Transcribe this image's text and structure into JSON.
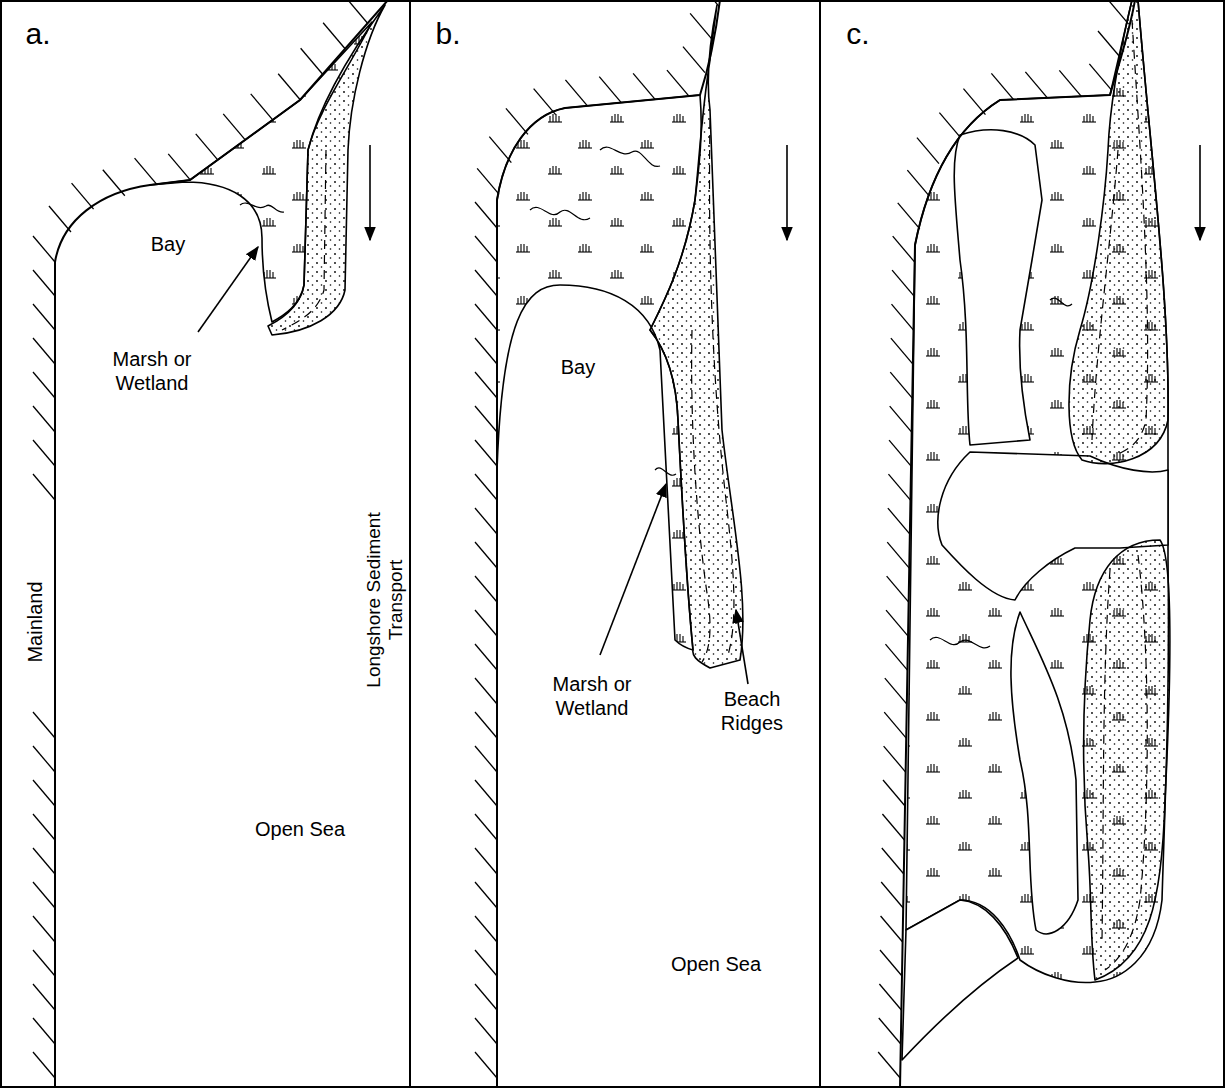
{
  "diagram": {
    "labels": [
      "a.",
      "Mainland",
      "Bay",
      "Marsh or Wetland",
      "Longshore Sediment Transport",
      "Open Sea",
      "b.",
      "Bay",
      "Marsh or Wetland",
      "Beach Ridges",
      "Open Sea",
      "c."
    ]
  }
}
